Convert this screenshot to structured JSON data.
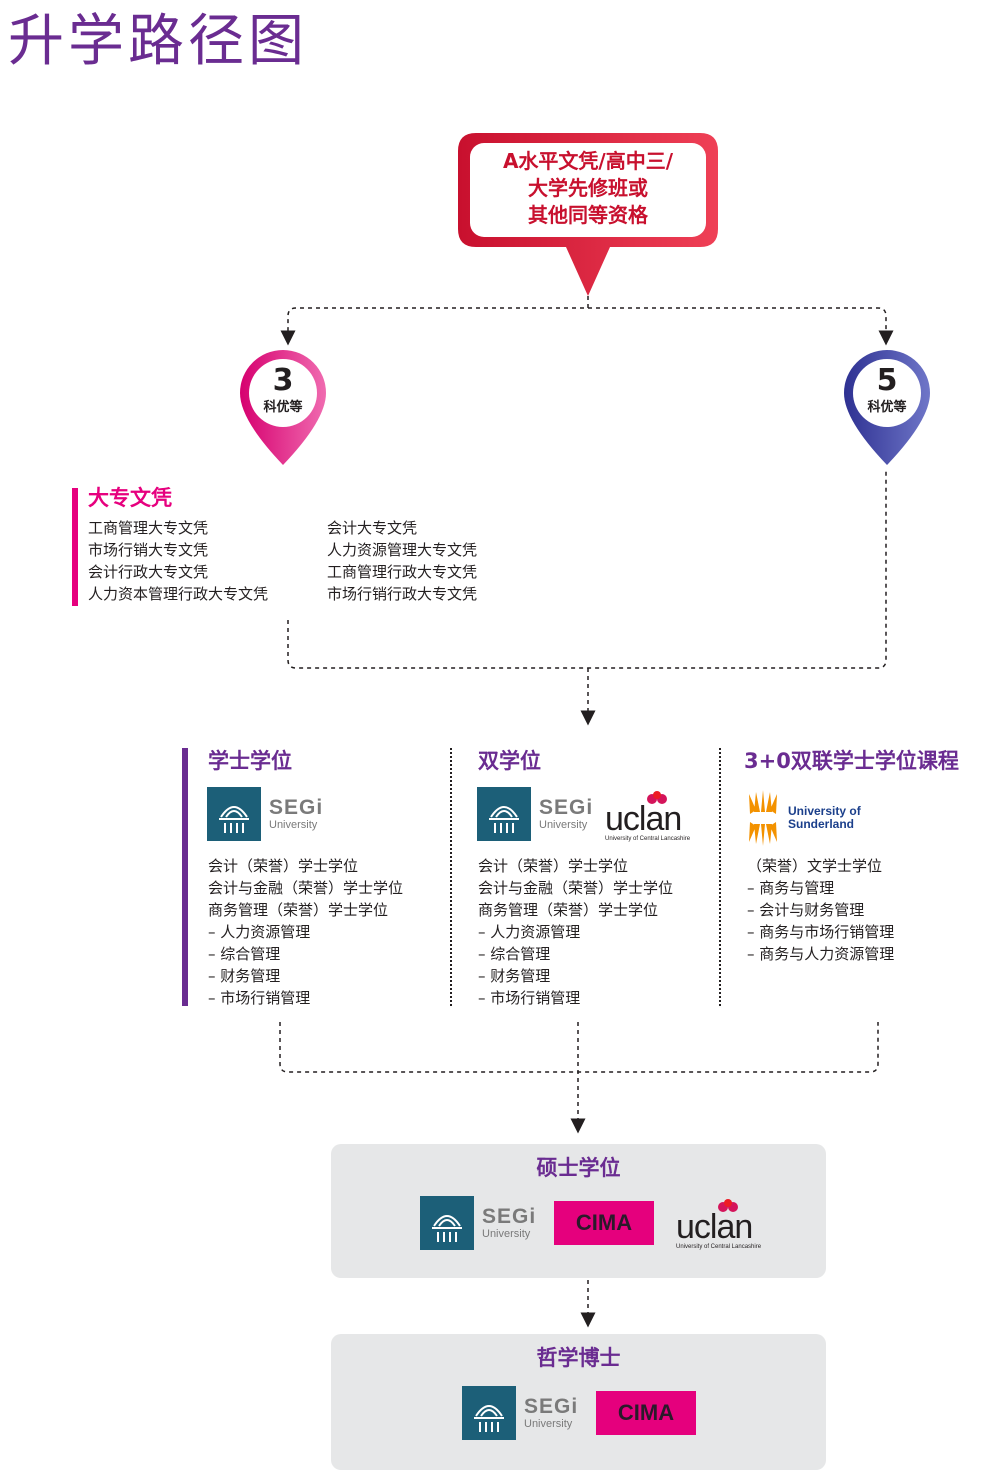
{
  "title": "升学路径图",
  "entry": {
    "lines": [
      "A水平文凭/高中三/",
      "大学先修班或",
      "其他同等资格"
    ]
  },
  "pins": {
    "left": {
      "number": "3",
      "label": "科优等"
    },
    "right": {
      "number": "5",
      "label": "科优等"
    }
  },
  "diploma": {
    "heading": "大专文凭",
    "col1": [
      "工商管理大专文凭",
      "市场行销大专文凭",
      "会计行政大专文凭",
      "人力资本管理行政大专文凭"
    ],
    "col2": [
      "会计大专文凭",
      "人力资源管理大专文凭",
      "工商管理行政大专文凭",
      "市场行销行政大专文凭"
    ]
  },
  "bachelor": {
    "heading": "学士学位",
    "items": [
      "会计（荣誉）学士学位",
      "会计与金融（荣誉）学士学位",
      "商务管理（荣誉）学士学位",
      "– 人力资源管理",
      "– 综合管理",
      "– 财务管理",
      "– 市场行销管理"
    ]
  },
  "dual": {
    "heading": "双学位",
    "items": [
      "会计（荣誉）学士学位",
      "会计与金融（荣誉）学士学位",
      "商务管理（荣誉）学士学位",
      "– 人力资源管理",
      "– 综合管理",
      "– 财务管理",
      "– 市场行销管理"
    ]
  },
  "twinning": {
    "heading": "3+0双联学士学位课程",
    "items": [
      "（荣誉）文学士学位",
      "– 商务与管理",
      "– 会计与财务管理",
      "– 商务与市场行销管理",
      "– 商务与人力资源管理"
    ]
  },
  "masters": {
    "heading": "硕士学位"
  },
  "phd": {
    "heading": "哲学博士"
  },
  "logos": {
    "segi_name": "SEGi",
    "segi_sub": "University",
    "cima": "CIMA",
    "uclan": "uclan",
    "uclan_sub": "University of Central Lancashire",
    "sunderland": [
      "University of",
      "Sunderland"
    ]
  },
  "colors": {
    "purple": "#6a2c91",
    "magenta": "#e6007e",
    "crimson": "#c8102e",
    "navy": "#2e3192",
    "segi_teal": "#1c5f78",
    "cima_pink": "#e5007d",
    "box_gray": "#e6e7e8"
  }
}
